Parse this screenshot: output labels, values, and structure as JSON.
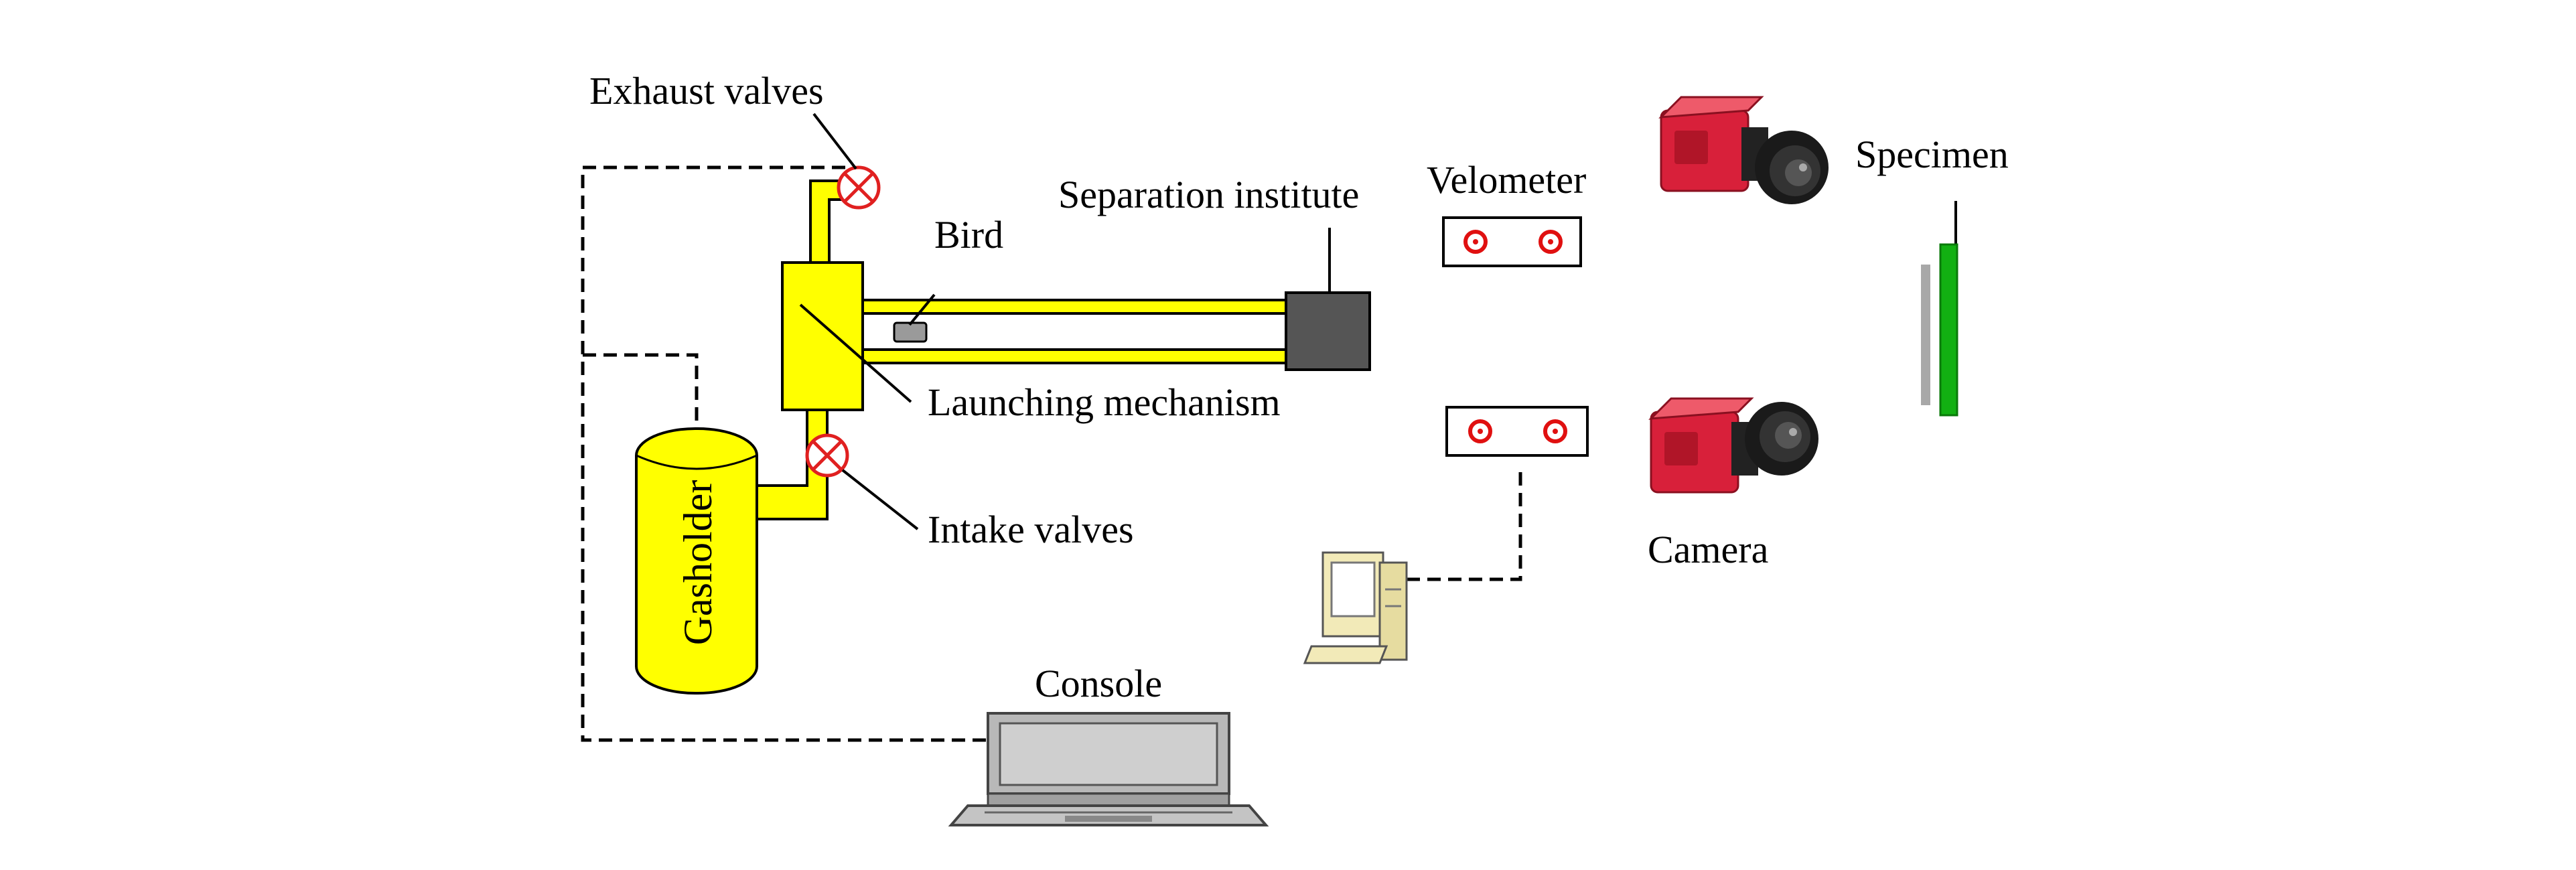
{
  "labels": {
    "exhaust_valves": "Exhaust valves",
    "bird": "Bird",
    "separation_institute": "Separation institute",
    "velometer": "Velometer",
    "specimen": "Specimen",
    "launching_mechanism": "Launching mechanism",
    "intake_valves": "Intake valves",
    "gasholder": "Gasholder",
    "camera": "Camera",
    "console": "Console"
  },
  "colors": {
    "pipe_fill": "#ffff00",
    "valve": "#e02020",
    "separation_box": "#555555",
    "specimen": "#12b012",
    "specimen_backing": "#a8a8a8",
    "camera_body": "#d8203a",
    "velometer_sensor": "#e01010",
    "computer_beige": "#f2eab8"
  },
  "icons": {
    "valve": "valve-icon",
    "camera": "camera-icon",
    "computer": "desktop-computer-icon",
    "laptop": "laptop-icon"
  }
}
